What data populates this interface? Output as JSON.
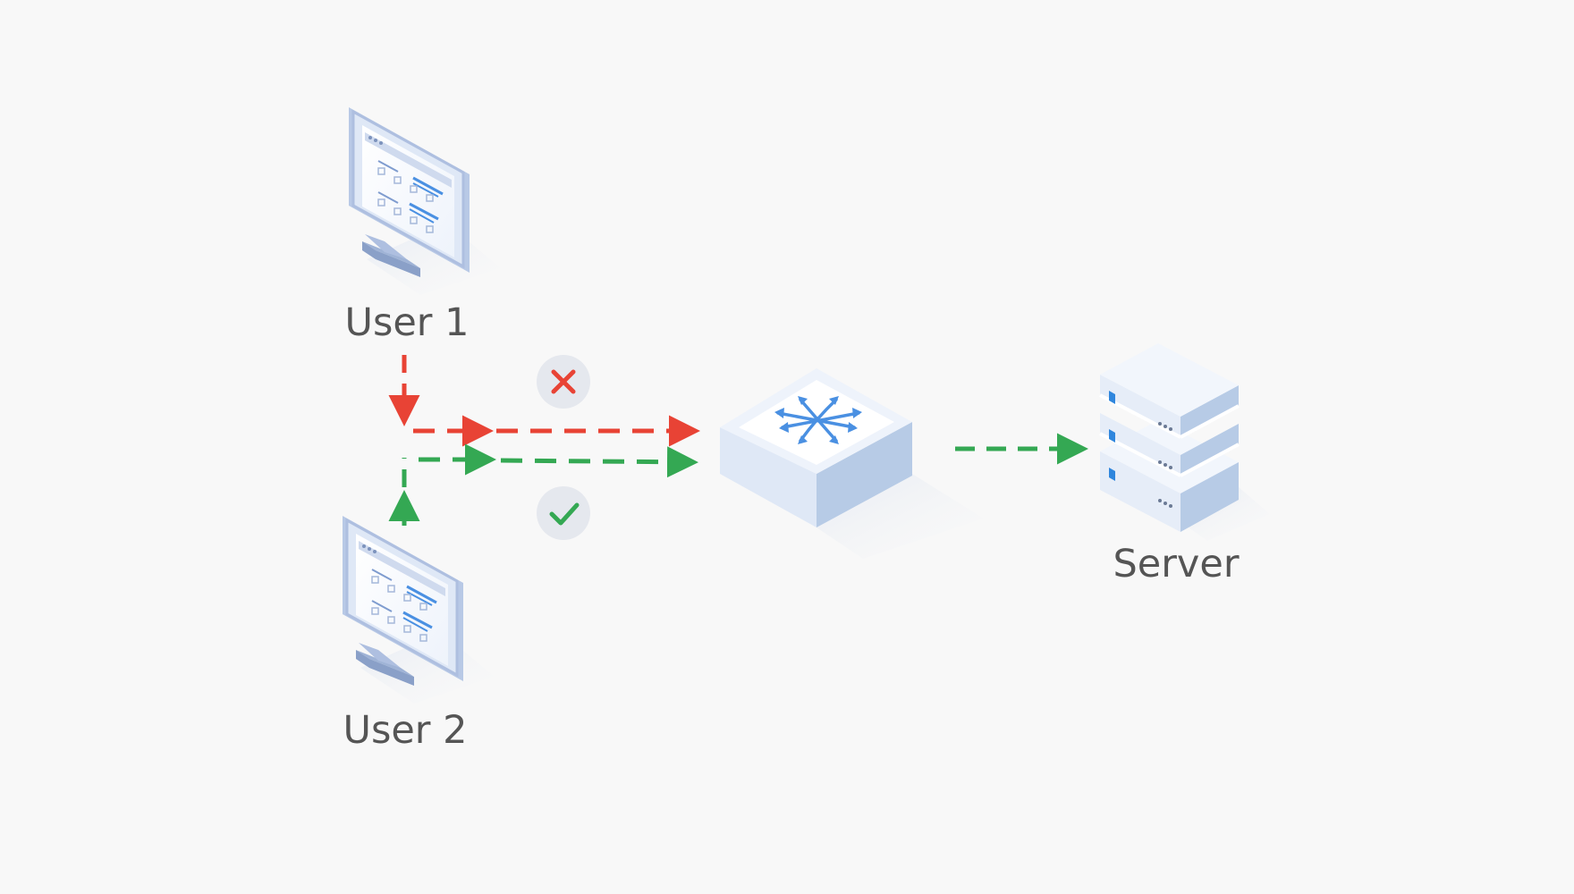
{
  "nodes": {
    "user1": {
      "label": "User 1",
      "icon": "desktop-monitor-icon"
    },
    "user2": {
      "label": "User 2",
      "icon": "desktop-monitor-icon"
    },
    "switch": {
      "label": "",
      "icon": "network-switch-icon"
    },
    "server": {
      "label": "Server",
      "icon": "server-stack-icon"
    }
  },
  "connections": [
    {
      "from": "user1",
      "to": "switch",
      "status": "blocked",
      "marker": "cross-icon",
      "color": "#e84335"
    },
    {
      "from": "user2",
      "to": "switch",
      "status": "allowed",
      "marker": "check-icon",
      "color": "#34a853"
    },
    {
      "from": "switch",
      "to": "server",
      "status": "allowed",
      "color": "#34a853"
    }
  ],
  "colors": {
    "background": "#f8f8f8",
    "blocked": "#e84335",
    "allowed": "#34a853",
    "icon_accent": "#4a90e2",
    "device_body": "#c9d8ee",
    "label_text": "#555555",
    "marker_bg": "#e5e8ee"
  }
}
